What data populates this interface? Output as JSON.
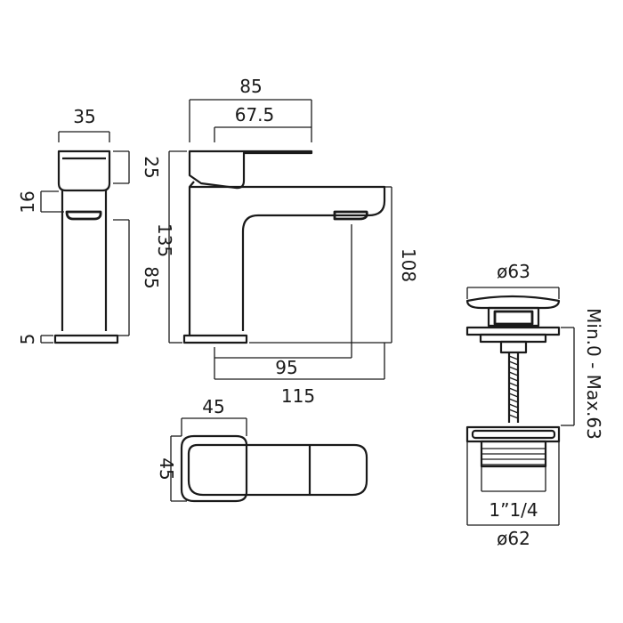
{
  "side_view": {
    "width": "35",
    "lever_height": "25",
    "spout_height": "16",
    "body_height": "85",
    "base_height": "5"
  },
  "front_view": {
    "overall_depth": "85",
    "lever_depth": "67.5",
    "overall_height": "135",
    "outlet_height": "108",
    "reach": "95",
    "overall_length": "115"
  },
  "top_view": {
    "width": "45",
    "depth": "45"
  },
  "waste": {
    "cap_diameter": "ø63",
    "adjustment": "Min.0 - Max.63",
    "thread": "1”1/4",
    "base_diameter": "ø62"
  }
}
